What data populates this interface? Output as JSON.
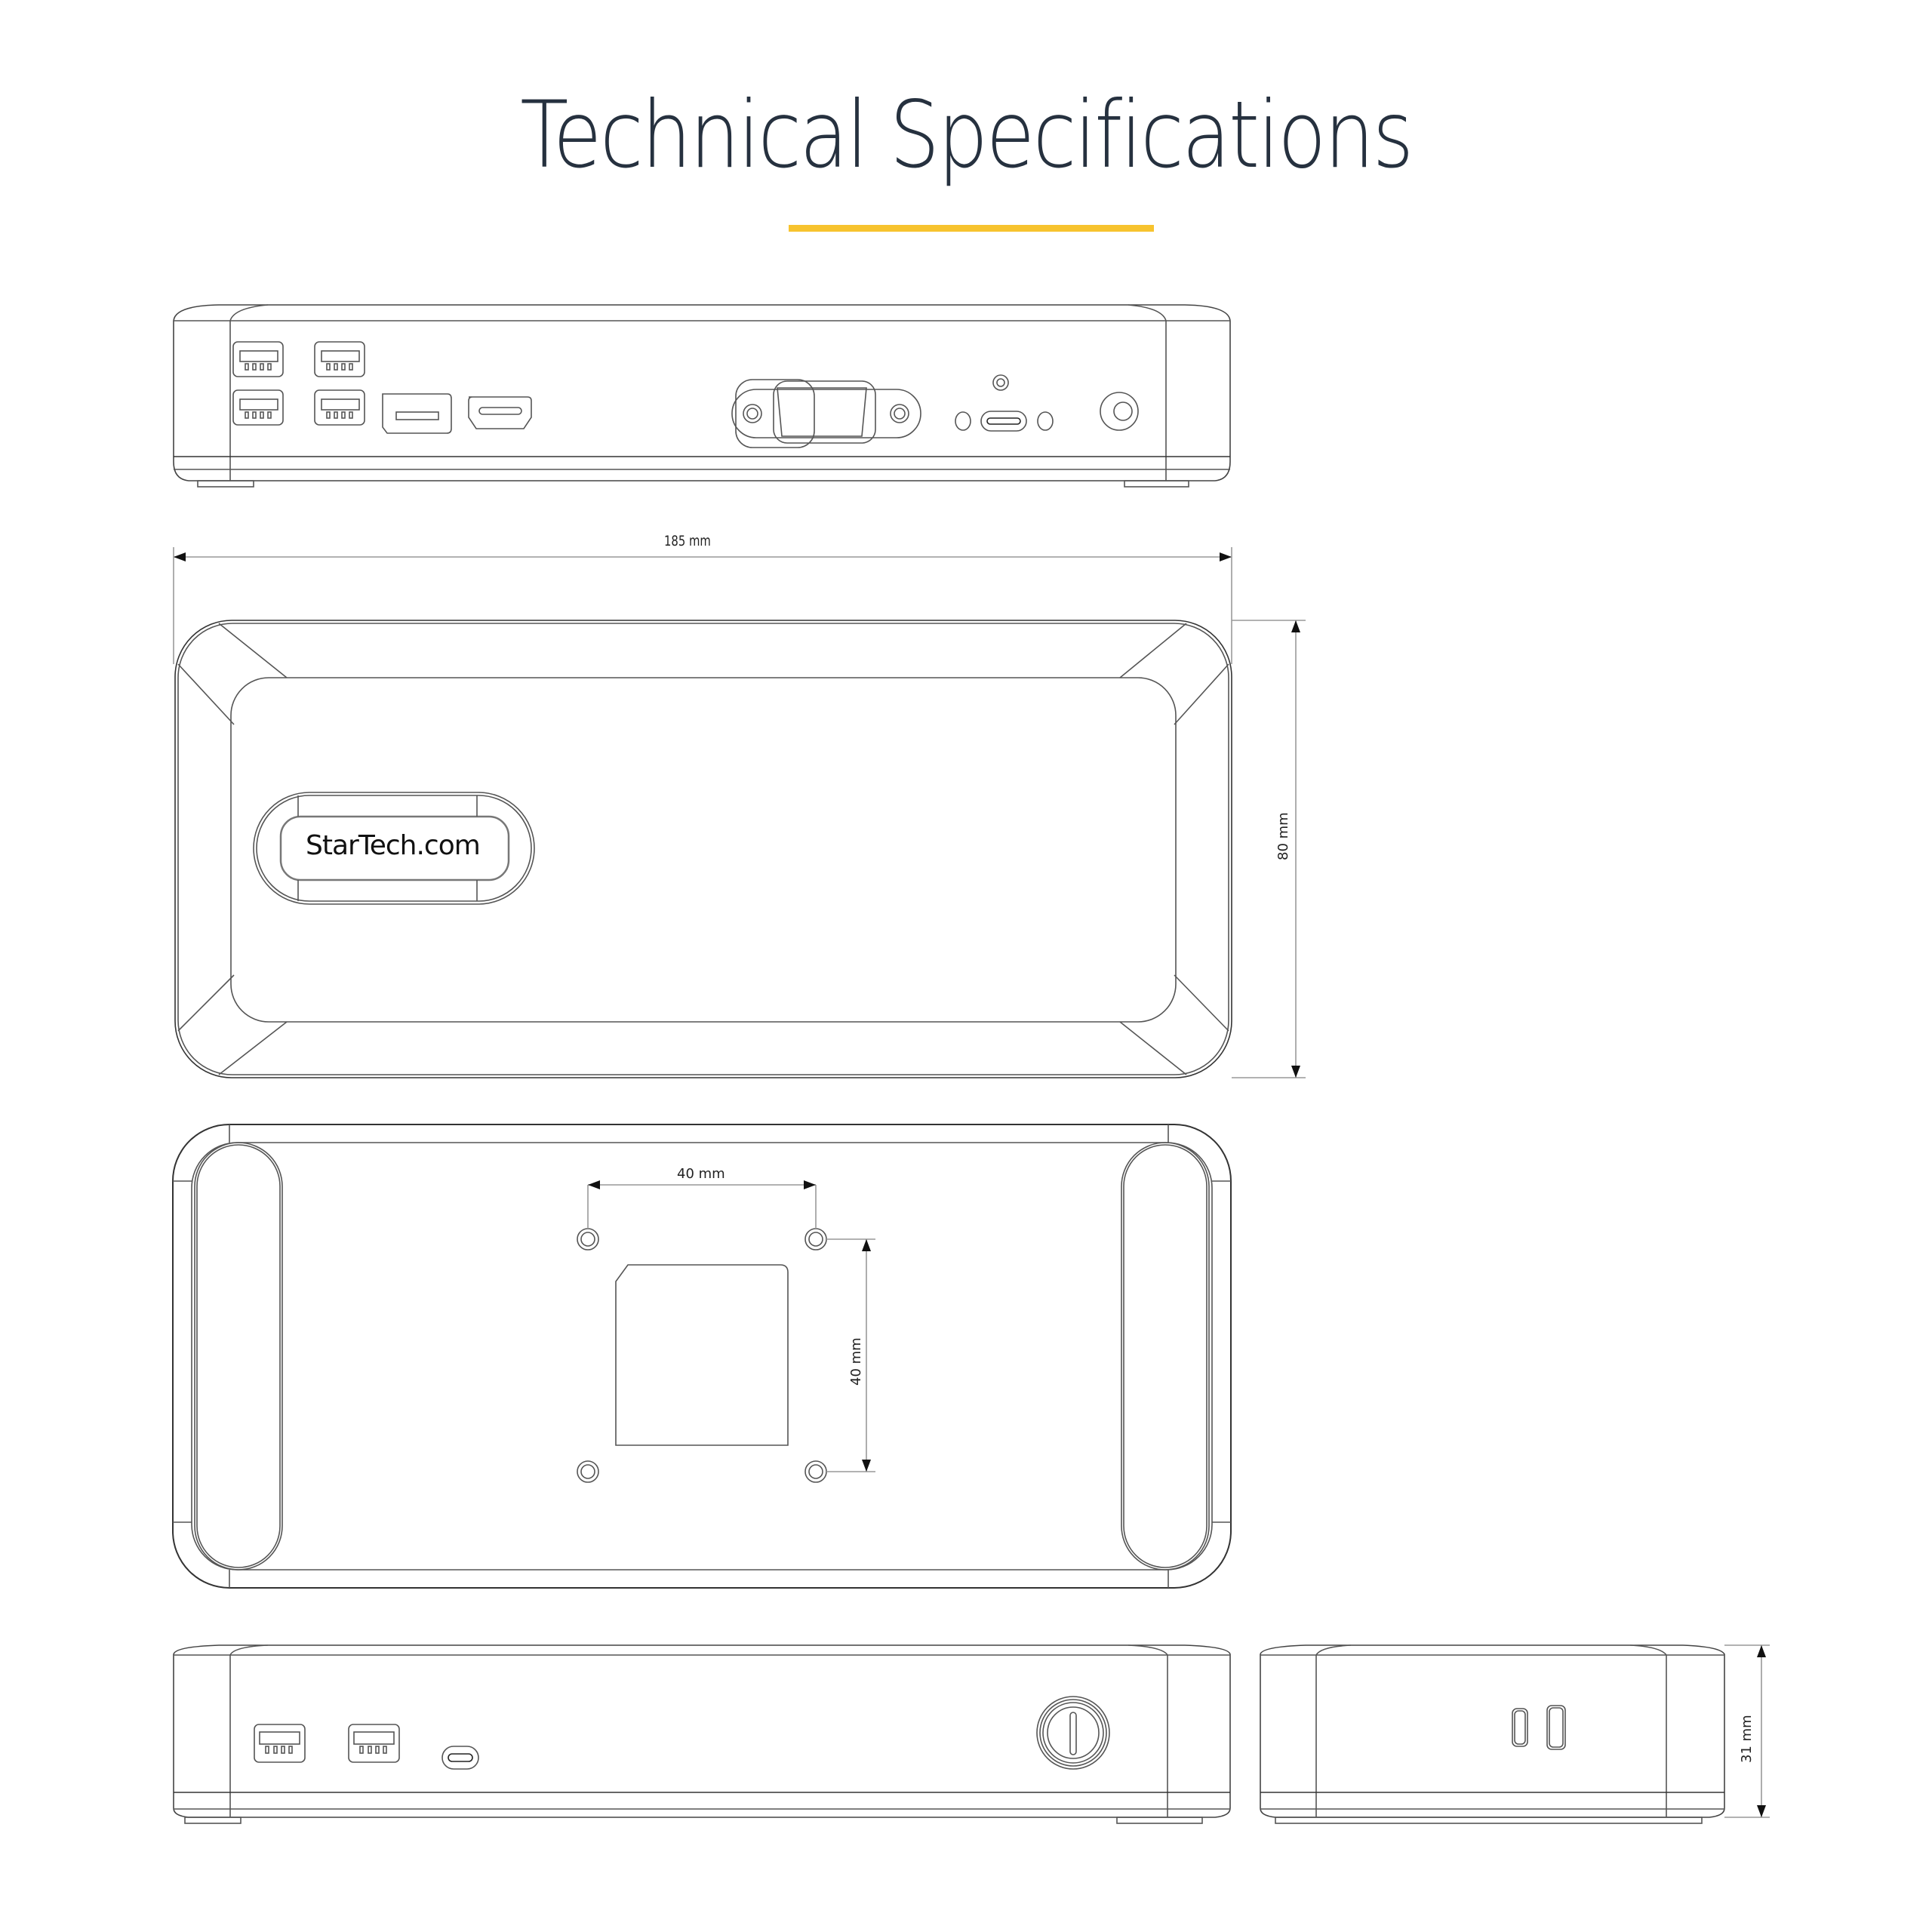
{
  "header": {
    "title": "Technical Specifications",
    "accent_color": "#f7c32e",
    "title_color": "#26313f"
  },
  "product": {
    "brand_logo_text": "StarTech.com"
  },
  "views": [
    {
      "name": "rear-view",
      "ports": [
        "usb-a",
        "usb-a",
        "usb-a",
        "usb-a",
        "displayport",
        "hdmi",
        "vga",
        "usb-c-host",
        "dc-power"
      ]
    },
    {
      "name": "top-view"
    },
    {
      "name": "bottom-view",
      "features": [
        "vesa-mount-holes",
        "label-area",
        "rubber-feet"
      ]
    },
    {
      "name": "front-view",
      "ports": [
        "usb-a",
        "usb-a",
        "usb-c",
        "lock-slot"
      ]
    },
    {
      "name": "side-view",
      "features": [
        "led-indicators"
      ]
    }
  ],
  "dimensions": {
    "width": "185 mm",
    "depth": "80 mm",
    "vesa_horizontal": "40 mm",
    "vesa_vertical": "40 mm",
    "height": "31 mm"
  }
}
